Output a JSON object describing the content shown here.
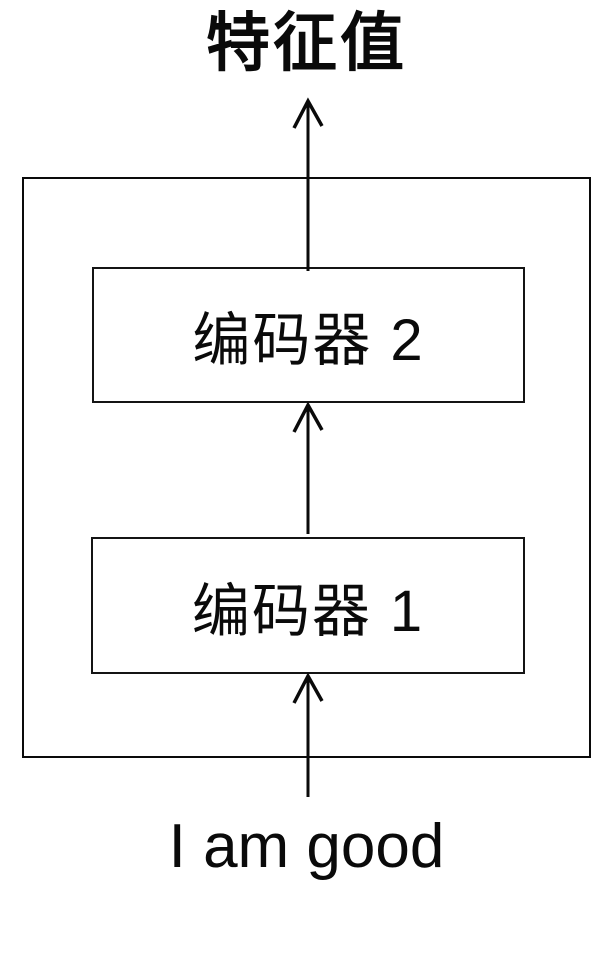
{
  "diagram": {
    "title": "特征值",
    "input_text": "I am good",
    "blocks": [
      {
        "id": "encoder-2",
        "label": "编码器 2"
      },
      {
        "id": "encoder-1",
        "label": "编码器 1"
      }
    ],
    "arrows": [
      {
        "from": "encoder-stack",
        "to": "title",
        "direction": "up"
      },
      {
        "from": "encoder-1",
        "to": "encoder-2",
        "direction": "up"
      },
      {
        "from": "input-text",
        "to": "encoder-1",
        "direction": "up"
      }
    ],
    "colors": {
      "background": "#ffffff",
      "line": "#0a0a0a",
      "text": "#0a0a0a"
    }
  }
}
